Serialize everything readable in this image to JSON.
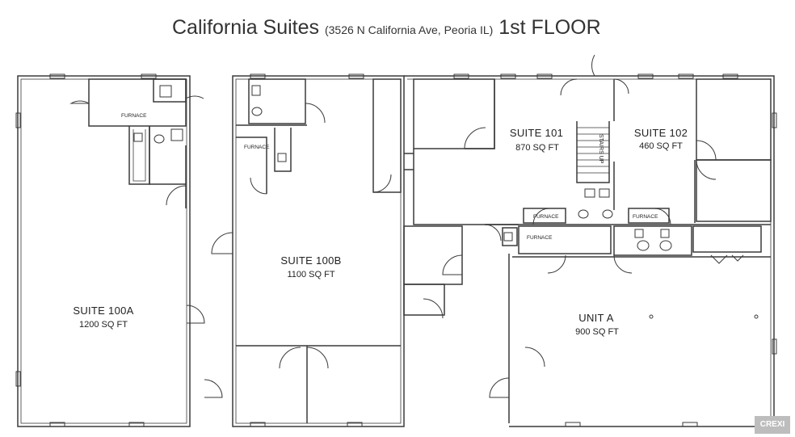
{
  "title": {
    "name": "California Suites",
    "address": "(3526 N California Ave, Peoria IL)",
    "floor": "1st FLOOR"
  },
  "suites": [
    {
      "id": "100A",
      "label": "SUITE 100A",
      "area": "1200 SQ FT"
    },
    {
      "id": "100B",
      "label": "SUITE 100B",
      "area": "1100 SQ FT"
    },
    {
      "id": "101",
      "label": "SUITE 101",
      "area": "870 SQ FT"
    },
    {
      "id": "102",
      "label": "SUITE 102",
      "area": "460 SQ FT"
    },
    {
      "id": "unit-a",
      "label": "UNIT A",
      "area": "900 SQ FT"
    }
  ],
  "labels": {
    "furnace": "FURNACE",
    "stairs": "STAIRS UP"
  },
  "watermark": "CREXI"
}
